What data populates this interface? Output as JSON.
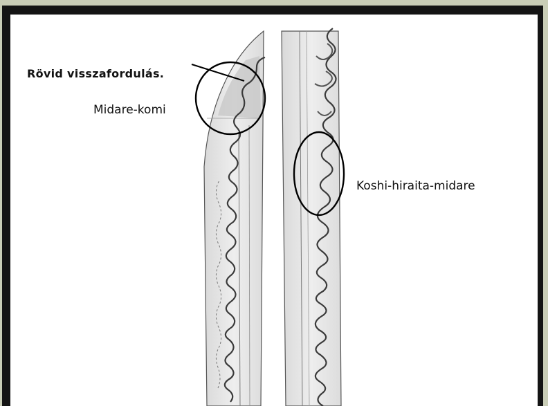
{
  "labels": {
    "short_return": "Rövid visszafordulás.",
    "midare_komi": "Midare-komi",
    "koshi_hiraita_midare": "Koshi-hiraita-midare"
  },
  "colors": {
    "page_background": "#c9cdb7",
    "frame": "#141414",
    "paper": "#ffffff",
    "blade_fill": "#e6e6e6",
    "hamon_ink": "#3a3a3a",
    "annotation_ink": "#000000"
  }
}
